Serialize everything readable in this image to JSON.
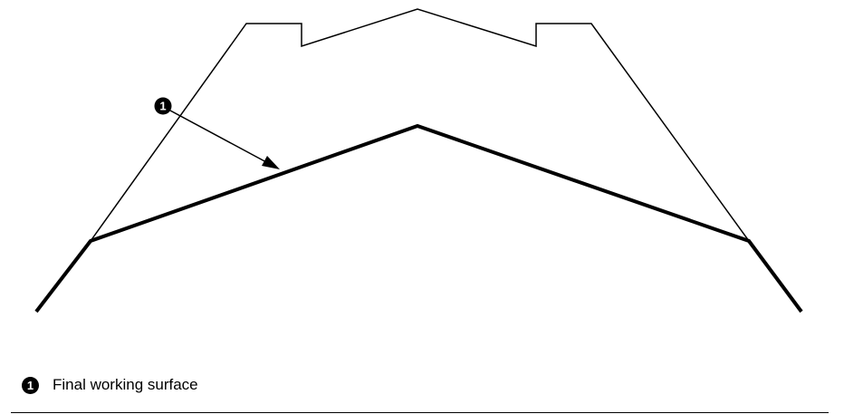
{
  "callout": {
    "number": "1"
  },
  "legend": {
    "items": [
      {
        "number": "1",
        "label": "Final working surface"
      }
    ]
  },
  "colors": {
    "line": "#000000",
    "background": "#ffffff"
  }
}
